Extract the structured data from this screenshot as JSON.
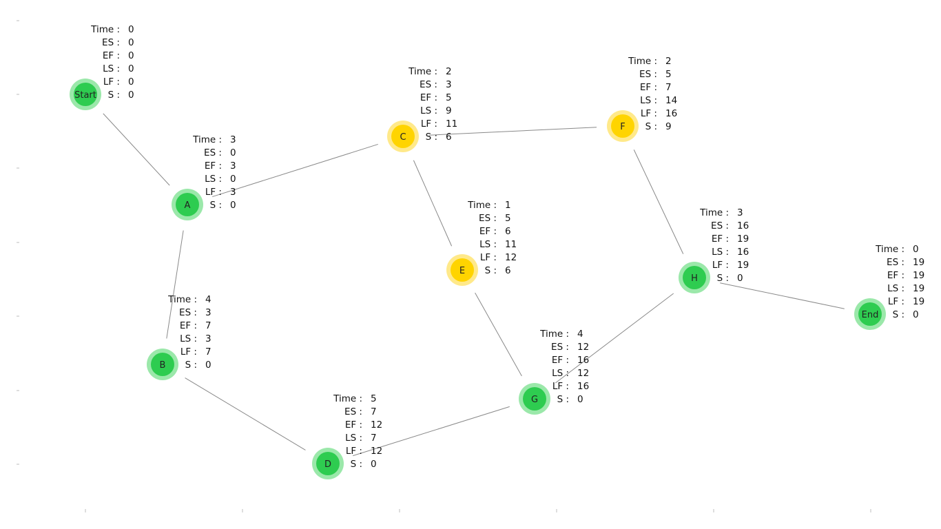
{
  "colors": {
    "critical": "#2ecc50",
    "critical_halo": "#9be8aa",
    "slack": "#ffd400",
    "slack_halo": "#ffe98a",
    "edge": "#888888"
  },
  "field_labels": {
    "time": "Time :",
    "es": "ES :",
    "ef": "EF :",
    "ls": "LS :",
    "lf": "LF :",
    "s": "S :"
  },
  "nodes": [
    {
      "id": "Start",
      "label": "Start",
      "critical": true,
      "time": 0,
      "es": 0,
      "ef": 0,
      "ls": 0,
      "lf": 0,
      "s": 0
    },
    {
      "id": "A",
      "label": "A",
      "critical": true,
      "time": 3,
      "es": 0,
      "ef": 3,
      "ls": 0,
      "lf": 3,
      "s": 0
    },
    {
      "id": "B",
      "label": "B",
      "critical": true,
      "time": 4,
      "es": 3,
      "ef": 7,
      "ls": 3,
      "lf": 7,
      "s": 0
    },
    {
      "id": "C",
      "label": "C",
      "critical": false,
      "time": 2,
      "es": 3,
      "ef": 5,
      "ls": 9,
      "lf": 11,
      "s": 6
    },
    {
      "id": "D",
      "label": "D",
      "critical": true,
      "time": 5,
      "es": 7,
      "ef": 12,
      "ls": 7,
      "lf": 12,
      "s": 0
    },
    {
      "id": "E",
      "label": "E",
      "critical": false,
      "time": 1,
      "es": 5,
      "ef": 6,
      "ls": 11,
      "lf": 12,
      "s": 6
    },
    {
      "id": "F",
      "label": "F",
      "critical": false,
      "time": 2,
      "es": 5,
      "ef": 7,
      "ls": 14,
      "lf": 16,
      "s": 9
    },
    {
      "id": "G",
      "label": "G",
      "critical": true,
      "time": 4,
      "es": 12,
      "ef": 16,
      "ls": 12,
      "lf": 16,
      "s": 0
    },
    {
      "id": "H",
      "label": "H",
      "critical": true,
      "time": 3,
      "es": 16,
      "ef": 19,
      "ls": 16,
      "lf": 19,
      "s": 0
    },
    {
      "id": "End",
      "label": "End",
      "critical": true,
      "time": 0,
      "es": 19,
      "ef": 19,
      "ls": 19,
      "lf": 19,
      "s": 0
    }
  ],
  "edges": [
    [
      "Start",
      "A"
    ],
    [
      "A",
      "C"
    ],
    [
      "A",
      "B"
    ],
    [
      "B",
      "D"
    ],
    [
      "D",
      "G"
    ],
    [
      "C",
      "E"
    ],
    [
      "C",
      "F"
    ],
    [
      "E",
      "G"
    ],
    [
      "F",
      "H"
    ],
    [
      "G",
      "H"
    ],
    [
      "H",
      "End"
    ]
  ]
}
